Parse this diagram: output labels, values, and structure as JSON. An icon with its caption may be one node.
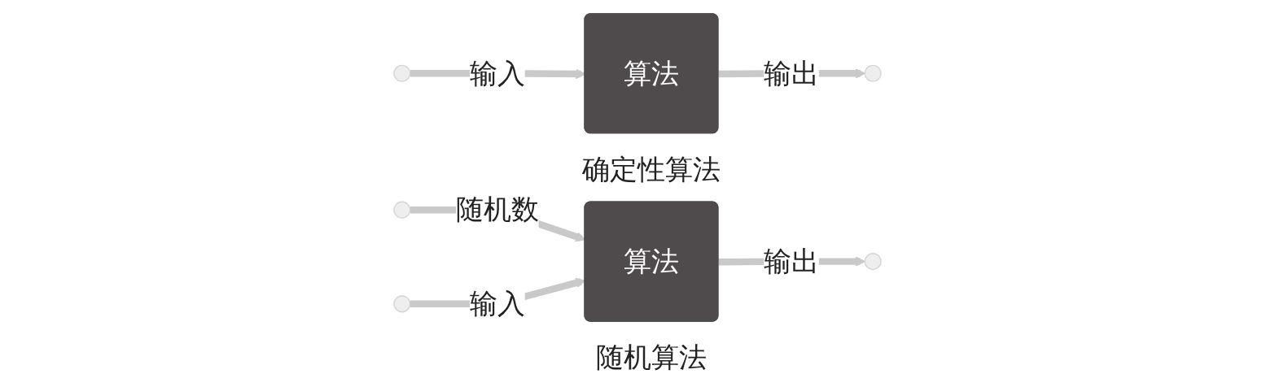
{
  "diagram": {
    "nodes": [
      {
        "text": [
          "算法"
        ],
        "beside": [
          "确定性算法"
        ]
      },
      {
        "text": [
          "算法"
        ],
        "beside": [
          "随机算法"
        ]
      }
    ],
    "edges": [
      {
        "from": null,
        "to": 0,
        "arrow": "to",
        "label": "输入"
      },
      {
        "from": 0,
        "to": null,
        "arrow": "to",
        "label": "输出"
      },
      {
        "from": null,
        "to": 1,
        "arrow": "to",
        "label": "随机数"
      },
      {
        "from": null,
        "to": 1,
        "arrow": "to",
        "label": "输入"
      },
      {
        "from": 1,
        "to": null,
        "arrow": "to",
        "label": "输出"
      }
    ]
  }
}
